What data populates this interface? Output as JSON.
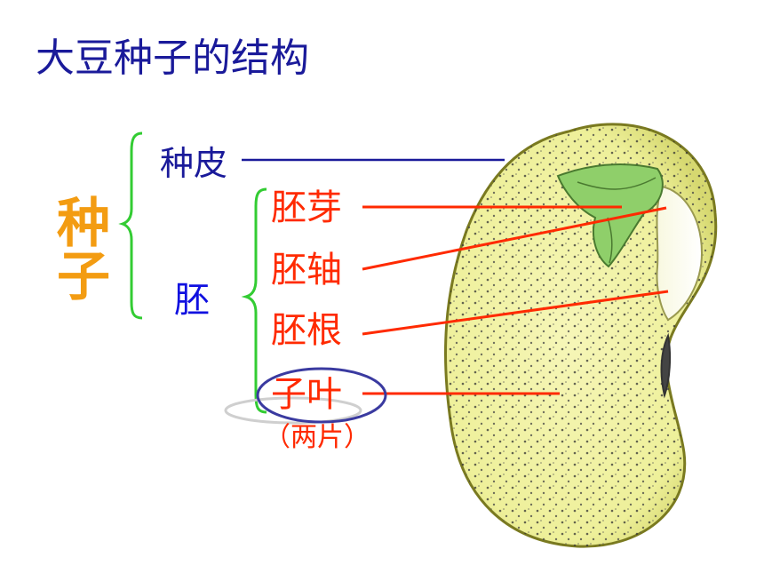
{
  "title": "大豆种子的结构",
  "labels": {
    "seed": "种子",
    "seed_coat": "种皮",
    "embryo": "胚",
    "plumule": "胚芽",
    "hypocotyl": "胚轴",
    "radicle": "胚根",
    "cotyledon": "子叶",
    "cotyledon_note": "（两片）"
  },
  "colors": {
    "title": "#1a1a9a",
    "seed": "#f39c12",
    "seed_coat": "#1a1a9a",
    "embryo": "#1010e0",
    "parts": "#ff2a00",
    "bracket": "#33cc33",
    "seed_fill": "#f2f2a6",
    "seed_outline": "#8a8a2a",
    "ellipse_outline": "#3a3aa0"
  }
}
